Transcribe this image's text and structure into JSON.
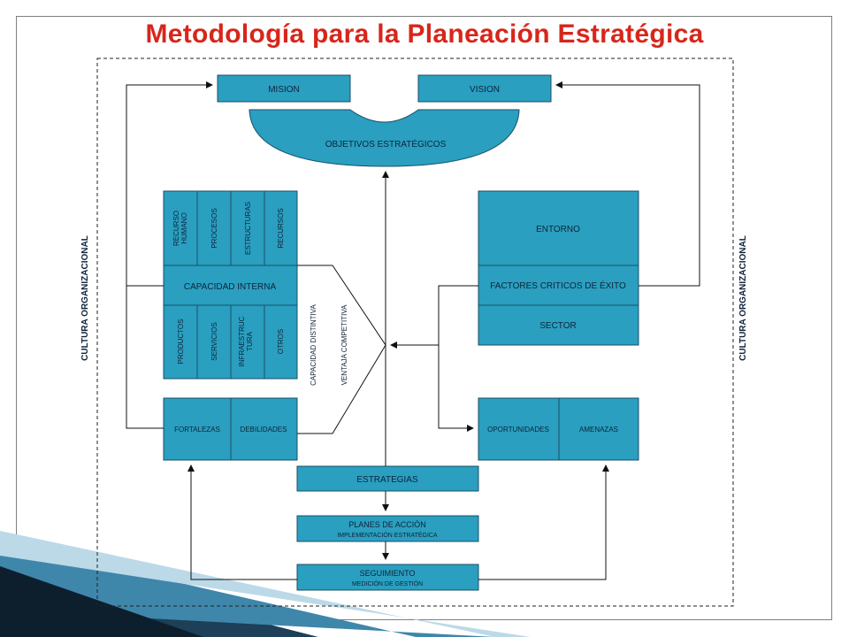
{
  "title": "Metodología para la Planeación Estratégica",
  "labels": {
    "mision": "MISION",
    "vision": "VISION",
    "objetivos": "OBJETIVOS ESTRATÉGICOS",
    "recurso_humano_1": "RECURSO",
    "recurso_humano_2": "HUMANO",
    "procesos": "PROCESOS",
    "estructuras": "ESTRUCTURAS",
    "recursos": "RECURSOS",
    "capacidad_interna": "CAPACIDAD INTERNA",
    "productos": "PRODUCTOS",
    "servicios": "SERVICIOS",
    "infraestructura_1": "INFRAESTRUC",
    "infraestructura_2": "TURA",
    "otros": "OTROS",
    "fortalezas": "FORTALEZAS",
    "debilidades": "DEBILIDADES",
    "capacidad_distintiva": "CAPACIDAD DISTINTIVA",
    "ventaja_competitiva": "VENTAJA COMPETITIVA",
    "entorno": "ENTORNO",
    "factores_criticos": "FACTORES CRITICOS DE ÉXITO",
    "sector": "SECTOR",
    "oportunidades": "OPORTUNIDADES",
    "amenazas": "AMENAZAS",
    "estrategias": "ESTRATEGIAS",
    "planes_1": "PLANES DE ACCIÓN",
    "planes_2": "IMPLEMENTACIÓN ESTRATÉGICA",
    "seguimiento_1": "SEGUIMIENTO",
    "seguimiento_2": "MEDICIÓN DE GESTIÓN",
    "cultura_left": "CULTURA ORGANIZACIONAL",
    "cultura_right": "CULTURA ORGANIZACIONAL"
  },
  "colors": {
    "box_fill": "#2a9fc0",
    "box_stroke": "#1b4f66",
    "title": "#d7261b",
    "text": "#10233a"
  }
}
